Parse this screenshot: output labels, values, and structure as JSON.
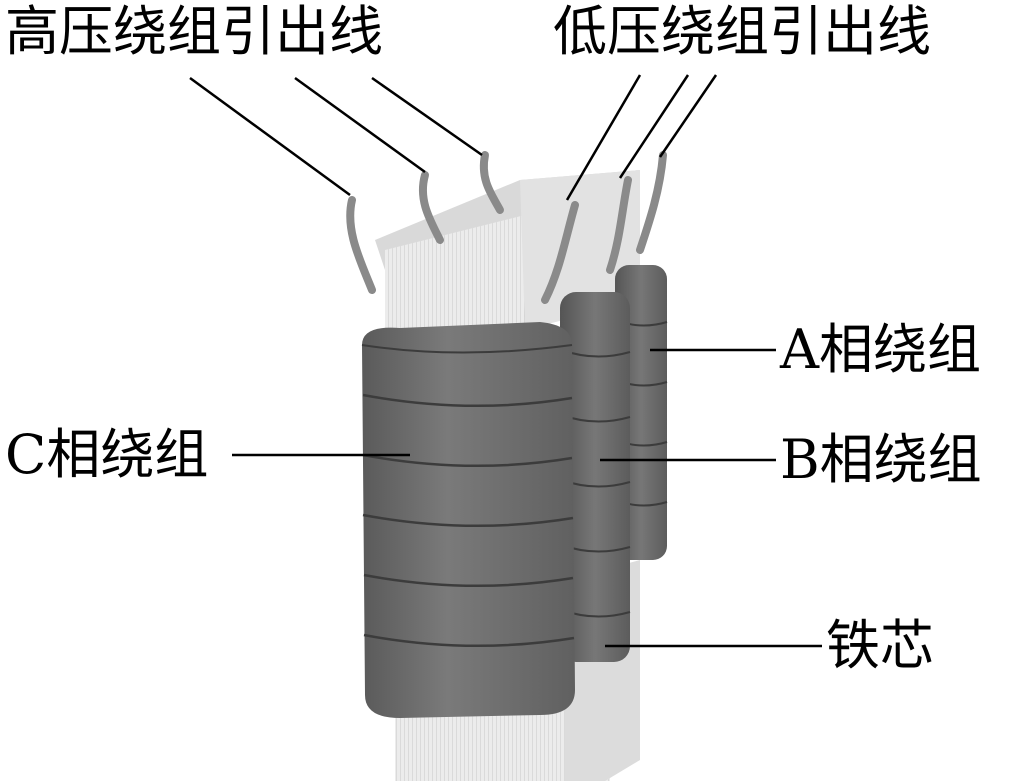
{
  "labels": {
    "hv_leads": "高压绕组引出线",
    "lv_leads": "低压绕组引出线",
    "phase_a": "A相绕组",
    "phase_b": "B相绕组",
    "phase_c": "C相绕组",
    "core": "铁芯"
  },
  "colors": {
    "coil": "#6e6e6e",
    "core": "#e6e6e6",
    "line": "#000000"
  }
}
